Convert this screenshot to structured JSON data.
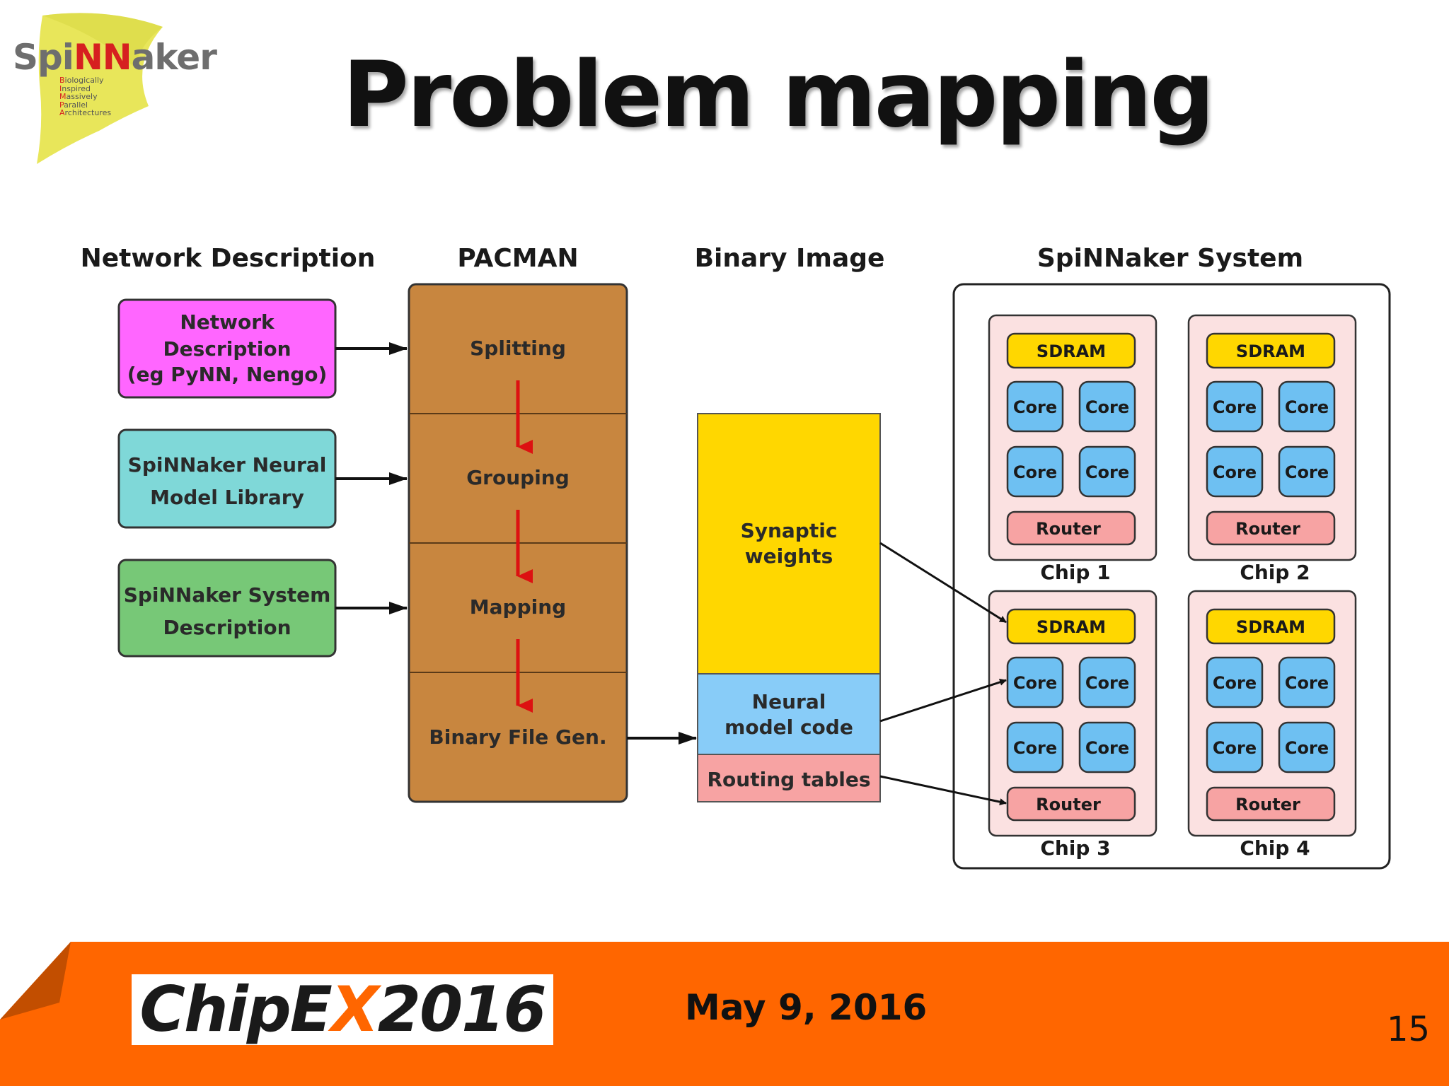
{
  "logo": {
    "word_prefix": "Spi",
    "word_mid": "NN",
    "word_suffix": "aker",
    "acronym": [
      {
        "initial": "B",
        "rest": "iologically"
      },
      {
        "initial": "I",
        "rest": "nspired"
      },
      {
        "initial": "M",
        "rest": "assively"
      },
      {
        "initial": "P",
        "rest": "arallel"
      },
      {
        "initial": "A",
        "rest": "rchitectures"
      }
    ]
  },
  "title": "Problem mapping",
  "diagram": {
    "headers": {
      "network_description": "Network Description",
      "pacman": "PACMAN",
      "binary_image": "Binary Image",
      "spinnaker_system": "SpiNNaker System"
    },
    "inputs": [
      {
        "lines": [
          "Network",
          "Description",
          "(eg PyNN, Nengo)"
        ],
        "color": "#ff66ff"
      },
      {
        "lines": [
          "SpiNNaker Neural",
          "Model Library"
        ],
        "color": "#7fd8d8"
      },
      {
        "lines": [
          "SpiNNaker System",
          "Description"
        ],
        "color": "#77c877"
      }
    ],
    "pacman_stages": [
      "Splitting",
      "Grouping",
      "Mapping",
      "Binary File Gen."
    ],
    "binary_segments": [
      {
        "lines": [
          "Synaptic",
          "weights"
        ],
        "color": "#ffd700"
      },
      {
        "lines": [
          "Neural",
          "model code"
        ],
        "color": "#88ccf8"
      },
      {
        "lines": [
          "Routing tables"
        ],
        "color": "#f7a3a3"
      }
    ],
    "chips": [
      {
        "name": "Chip 1",
        "sdram": "SDRAM",
        "cores": [
          "Core",
          "Core",
          "Core",
          "Core"
        ],
        "router": "Router"
      },
      {
        "name": "Chip 2",
        "sdram": "SDRAM",
        "cores": [
          "Core",
          "Core",
          "Core",
          "Core"
        ],
        "router": "Router"
      },
      {
        "name": "Chip 3",
        "sdram": "SDRAM",
        "cores": [
          "Core",
          "Core",
          "Core",
          "Core"
        ],
        "router": "Router"
      },
      {
        "name": "Chip 4",
        "sdram": "SDRAM",
        "cores": [
          "Core",
          "Core",
          "Core",
          "Core"
        ],
        "router": "Router"
      }
    ],
    "colors": {
      "pacman": "#c8863f",
      "chip": "#fbe1e1",
      "sdram": "#ffd700",
      "core": "#6ec0f2",
      "router": "#f7a3a3",
      "flow_arrow": "#dd1111"
    }
  },
  "footer": {
    "event_prefix": "ChipE",
    "event_x": "X",
    "event_year": "2016",
    "date": "May 9, 2016",
    "page": "15",
    "bar_color": "#ff6600"
  }
}
